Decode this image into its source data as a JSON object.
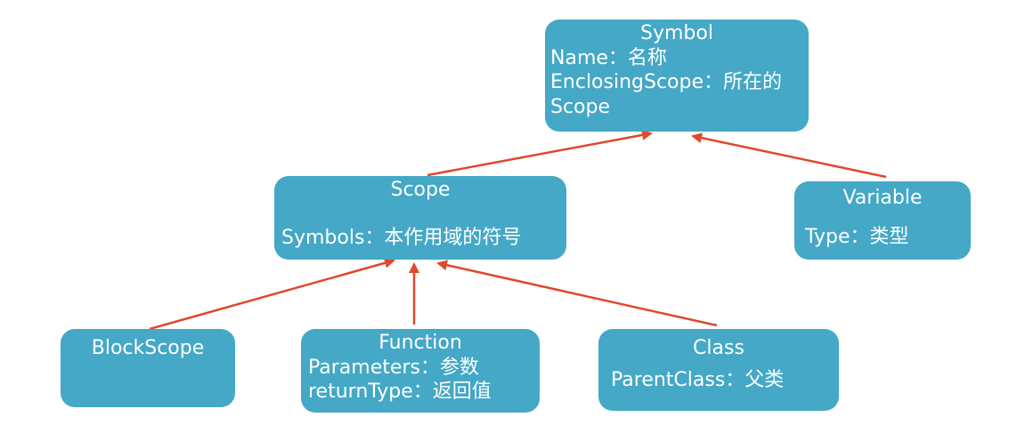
{
  "colors": {
    "node_fill": "#44a8c6",
    "node_text": "#ffffff",
    "arrow": "#e0482c",
    "background": "#ffffff"
  },
  "nodes": {
    "symbol": {
      "title": "Symbol",
      "lines": [
        "Name：名称",
        "EnclosingScope：所在的",
        "Scope"
      ]
    },
    "scope": {
      "title": "Scope",
      "lines": [
        "Symbols：本作用域的符号"
      ]
    },
    "variable": {
      "title": "Variable",
      "lines": [
        "Type：类型"
      ]
    },
    "blockscope": {
      "title": "BlockScope",
      "lines": []
    },
    "function": {
      "title": "Function",
      "lines": [
        "Parameters：参数",
        "returnType：返回值"
      ]
    },
    "class": {
      "title": "Class",
      "lines": [
        "ParentClass：父类"
      ]
    }
  },
  "edges": [
    {
      "from": "scope",
      "to": "symbol"
    },
    {
      "from": "variable",
      "to": "symbol"
    },
    {
      "from": "blockscope",
      "to": "scope"
    },
    {
      "from": "function",
      "to": "scope"
    },
    {
      "from": "class",
      "to": "scope"
    }
  ]
}
